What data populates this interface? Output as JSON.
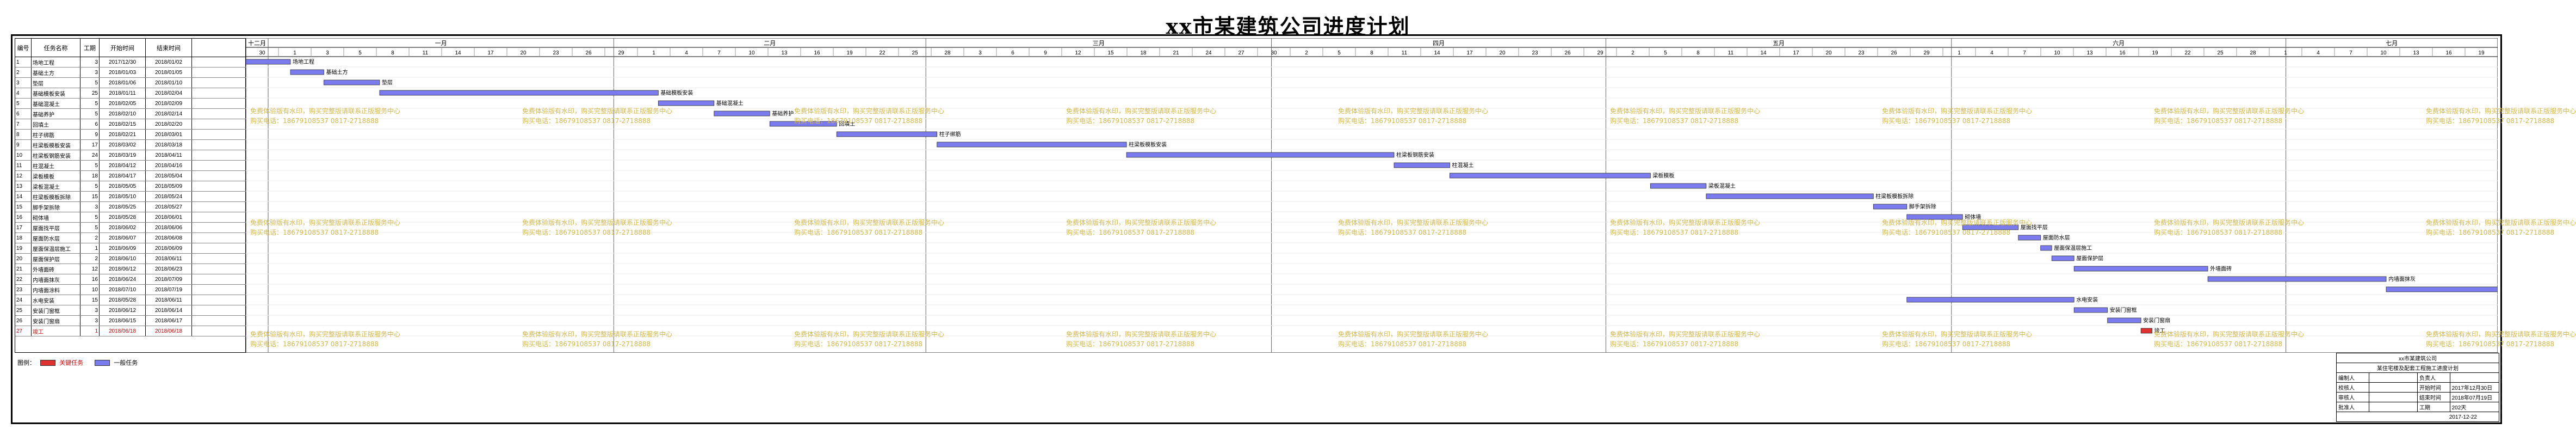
{
  "title": "xx市某建筑公司进度计划",
  "table": {
    "headers": [
      "编号",
      "任务名称",
      "工期",
      "开始时间",
      "结束时间"
    ]
  },
  "chart_data": {
    "type": "gantt",
    "start_date": "2017-12-30",
    "end_date": "2018-07-20",
    "months": [
      {
        "label": "十二月",
        "start": "2017-12-30",
        "end": "2018-01-01"
      },
      {
        "label": "一月",
        "start": "2018-01-01",
        "end": "2018-02-01"
      },
      {
        "label": "二月",
        "start": "2018-02-01",
        "end": "2018-03-01"
      },
      {
        "label": "三月",
        "start": "2018-03-01",
        "end": "2018-04-01"
      },
      {
        "label": "四月",
        "start": "2018-04-01",
        "end": "2018-05-01"
      },
      {
        "label": "五月",
        "start": "2018-05-01",
        "end": "2018-06-01"
      },
      {
        "label": "六月",
        "start": "2018-06-01",
        "end": "2018-07-01"
      },
      {
        "label": "七月",
        "start": "2018-07-01",
        "end": "2018-07-20"
      }
    ],
    "day_ticks": [
      "30",
      "1",
      "3",
      "5",
      "8",
      "11",
      "14",
      "17",
      "20",
      "23",
      "26",
      "29",
      "1",
      "4",
      "7",
      "10",
      "13",
      "16",
      "19",
      "22",
      "25",
      "28",
      "3",
      "6",
      "9",
      "12",
      "15",
      "18",
      "21",
      "24",
      "27",
      "30",
      "2",
      "5",
      "8",
      "11",
      "14",
      "17",
      "20",
      "23",
      "26",
      "29",
      "2",
      "5",
      "8",
      "11",
      "14",
      "17",
      "20",
      "23",
      "26",
      "29",
      "1",
      "4",
      "7",
      "10",
      "13",
      "16",
      "19",
      "22",
      "25",
      "28",
      "1",
      "4",
      "7",
      "10",
      "13",
      "16",
      "19"
    ],
    "tasks": [
      {
        "id": "1",
        "name": "场地工程",
        "duration": "3",
        "start": "2017/12/30",
        "end": "2018/01/02",
        "bar_label": "场地工程",
        "critical": false
      },
      {
        "id": "2",
        "name": "基础土方",
        "duration": "3",
        "start": "2018/01/03",
        "end": "2018/01/05",
        "bar_label": "基础土方",
        "critical": false
      },
      {
        "id": "3",
        "name": "垫层",
        "duration": "5",
        "start": "2018/01/06",
        "end": "2018/01/10",
        "bar_label": "垫层",
        "critical": false
      },
      {
        "id": "4",
        "name": "基础模板安装",
        "duration": "25",
        "start": "2018/01/11",
        "end": "2018/02/04",
        "bar_label": "基础模板安装",
        "critical": false
      },
      {
        "id": "5",
        "name": "基础混凝土",
        "duration": "5",
        "start": "2018/02/05",
        "end": "2018/02/09",
        "bar_label": "基础混凝土",
        "critical": false
      },
      {
        "id": "6",
        "name": "基础养护",
        "duration": "5",
        "start": "2018/02/10",
        "end": "2018/02/14",
        "bar_label": "基础养护",
        "critical": false
      },
      {
        "id": "7",
        "name": "回填土",
        "duration": "6",
        "start": "2018/02/15",
        "end": "2018/02/20",
        "bar_label": "回填土",
        "critical": false
      },
      {
        "id": "8",
        "name": "柱子绑筋",
        "duration": "9",
        "start": "2018/02/21",
        "end": "2018/03/01",
        "bar_label": "柱子绑筋",
        "critical": false
      },
      {
        "id": "9",
        "name": "柱梁板模板安装",
        "duration": "17",
        "start": "2018/03/02",
        "end": "2018/03/18",
        "bar_label": "柱梁板模板安装",
        "critical": false
      },
      {
        "id": "10",
        "name": "柱梁板钢筋安装",
        "duration": "24",
        "start": "2018/03/19",
        "end": "2018/04/11",
        "bar_label": "柱梁板钢筋安装",
        "critical": false
      },
      {
        "id": "11",
        "name": "柱混凝土",
        "duration": "5",
        "start": "2018/04/12",
        "end": "2018/04/16",
        "bar_label": "柱混凝土",
        "critical": false
      },
      {
        "id": "12",
        "name": "梁板模板",
        "duration": "18",
        "start": "2018/04/17",
        "end": "2018/05/04",
        "bar_label": "梁板模板",
        "critical": false
      },
      {
        "id": "13",
        "name": "梁板混凝土",
        "duration": "5",
        "start": "2018/05/05",
        "end": "2018/05/09",
        "bar_label": "梁板混凝土",
        "critical": false
      },
      {
        "id": "14",
        "name": "柱梁板模板拆除",
        "duration": "15",
        "start": "2018/05/10",
        "end": "2018/05/24",
        "bar_label": "柱梁板模板拆除",
        "critical": false
      },
      {
        "id": "15",
        "name": "脚手架拆除",
        "duration": "3",
        "start": "2018/05/25",
        "end": "2018/05/27",
        "bar_label": "脚手架拆除",
        "critical": false
      },
      {
        "id": "16",
        "name": "砌体墙",
        "duration": "5",
        "start": "2018/05/28",
        "end": "2018/06/01",
        "bar_label": "砌体墙",
        "critical": false
      },
      {
        "id": "17",
        "name": "屋面找平层",
        "duration": "5",
        "start": "2018/06/02",
        "end": "2018/06/06",
        "bar_label": "屋面找平层",
        "critical": false
      },
      {
        "id": "18",
        "name": "屋面防水层",
        "duration": "2",
        "start": "2018/06/07",
        "end": "2018/06/08",
        "bar_label": "屋面防水层",
        "critical": false
      },
      {
        "id": "19",
        "name": "屋面保温层施工",
        "duration": "1",
        "start": "2018/06/09",
        "end": "2018/06/09",
        "bar_label": "屋面保温层施工",
        "critical": false
      },
      {
        "id": "20",
        "name": "屋面保护层",
        "duration": "2",
        "start": "2018/06/10",
        "end": "2018/06/11",
        "bar_label": "屋面保护层",
        "critical": false
      },
      {
        "id": "21",
        "name": "外墙面砖",
        "duration": "12",
        "start": "2018/06/12",
        "end": "2018/06/23",
        "bar_label": "外墙面砖",
        "critical": false
      },
      {
        "id": "22",
        "name": "内墙面抹灰",
        "duration": "16",
        "start": "2018/06/24",
        "end": "2018/07/09",
        "bar_label": "内墙面抹灰",
        "critical": false
      },
      {
        "id": "23",
        "name": "内墙面涂料",
        "duration": "10",
        "start": "2018/07/10",
        "end": "2018/07/19",
        "bar_label": "内墙面涂料",
        "critical": false
      },
      {
        "id": "24",
        "name": "水电安装",
        "duration": "15",
        "start": "2018/05/28",
        "end": "2018/06/11",
        "bar_label": "水电安装",
        "critical": false
      },
      {
        "id": "25",
        "name": "安装门窗框",
        "duration": "3",
        "start": "2018/06/12",
        "end": "2018/06/14",
        "bar_label": "安装门窗框",
        "critical": false
      },
      {
        "id": "26",
        "name": "安装门窗扇",
        "duration": "3",
        "start": "2018/06/15",
        "end": "2018/06/17",
        "bar_label": "安装门窗扇",
        "critical": false
      },
      {
        "id": "27",
        "name": "竣工",
        "duration": "1",
        "start": "2018/06/18",
        "end": "2018/06/18",
        "bar_label": "竣工",
        "critical": true
      }
    ]
  },
  "legend": {
    "label": "图例：",
    "critical_label": "关键任务",
    "normal_label": "一般任务",
    "critical_color": "#e03030",
    "normal_color": "#7b7bf0"
  },
  "colors": {
    "bar": "#7b7bf0",
    "bar_critical": "#e03030",
    "watermark": "#d6b84a"
  },
  "watermark": {
    "line1": "免费体验版有水印，购买完整版请联系正版服务中心",
    "line2": "购买电话：18679108537 0817-2718888"
  },
  "info": {
    "company": "xx市某建筑公司",
    "project": "某住宅楼及配套工程施工进度计划",
    "rows": [
      {
        "k1": "编制人",
        "v1": "",
        "k2": "负责人",
        "v2": ""
      },
      {
        "k1": "校核人",
        "v1": "",
        "k2": "开始时间",
        "v2": "2017年12月30日"
      },
      {
        "k1": "审核人",
        "v1": "",
        "k2": "结束时间",
        "v2": "2018年07月19日"
      },
      {
        "k1": "批准人",
        "v1": "",
        "k2": "工期",
        "v2": "202天"
      }
    ],
    "date": "2017-12-22"
  }
}
